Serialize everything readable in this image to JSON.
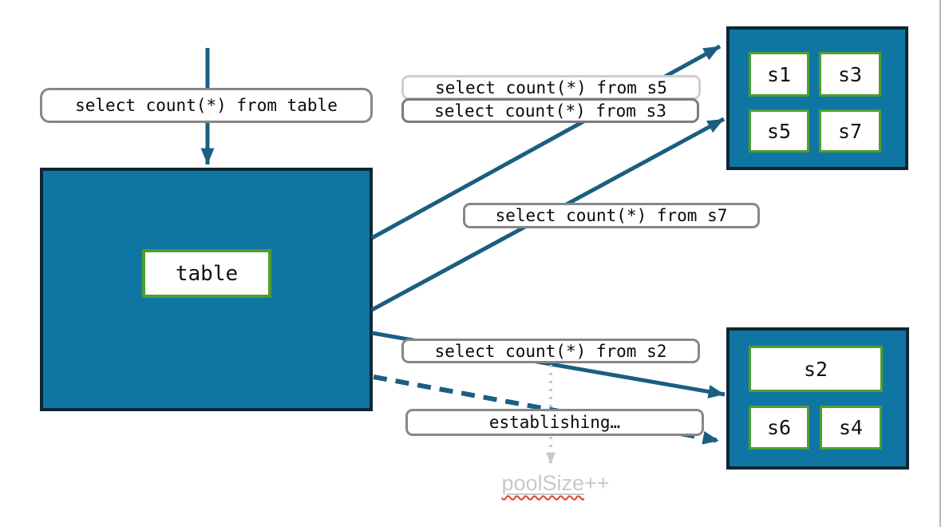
{
  "diagram": {
    "main_box": {
      "label": "table"
    },
    "queries": {
      "from_table": "select count(*) from table",
      "from_s5": "select count(*) from s5",
      "from_s3": "select count(*) from s3",
      "from_s7": "select count(*) from s7",
      "from_s2": "select count(*) from s2",
      "establishing": "establishing…"
    },
    "shard_box_top": {
      "shards": [
        "s1",
        "s3",
        "s5",
        "s7"
      ]
    },
    "shard_box_bottom": {
      "shards": [
        "s2",
        "s6",
        "s4"
      ]
    },
    "annotation": {
      "word": "poolSize",
      "suffix": "++"
    },
    "colors": {
      "box_fill": "#0f76a3",
      "box_border": "#0d2733",
      "inner_border_green": "#4f9e2e",
      "label_border": "#878787",
      "label_border_light": "#cfcfcf",
      "arrow": "#1b5e80",
      "muted_arrow": "#c9c9c9",
      "muted_text": "#c9c9c9",
      "squiggle_red": "#e0402e",
      "edge_line": "#b8b8b8"
    }
  }
}
